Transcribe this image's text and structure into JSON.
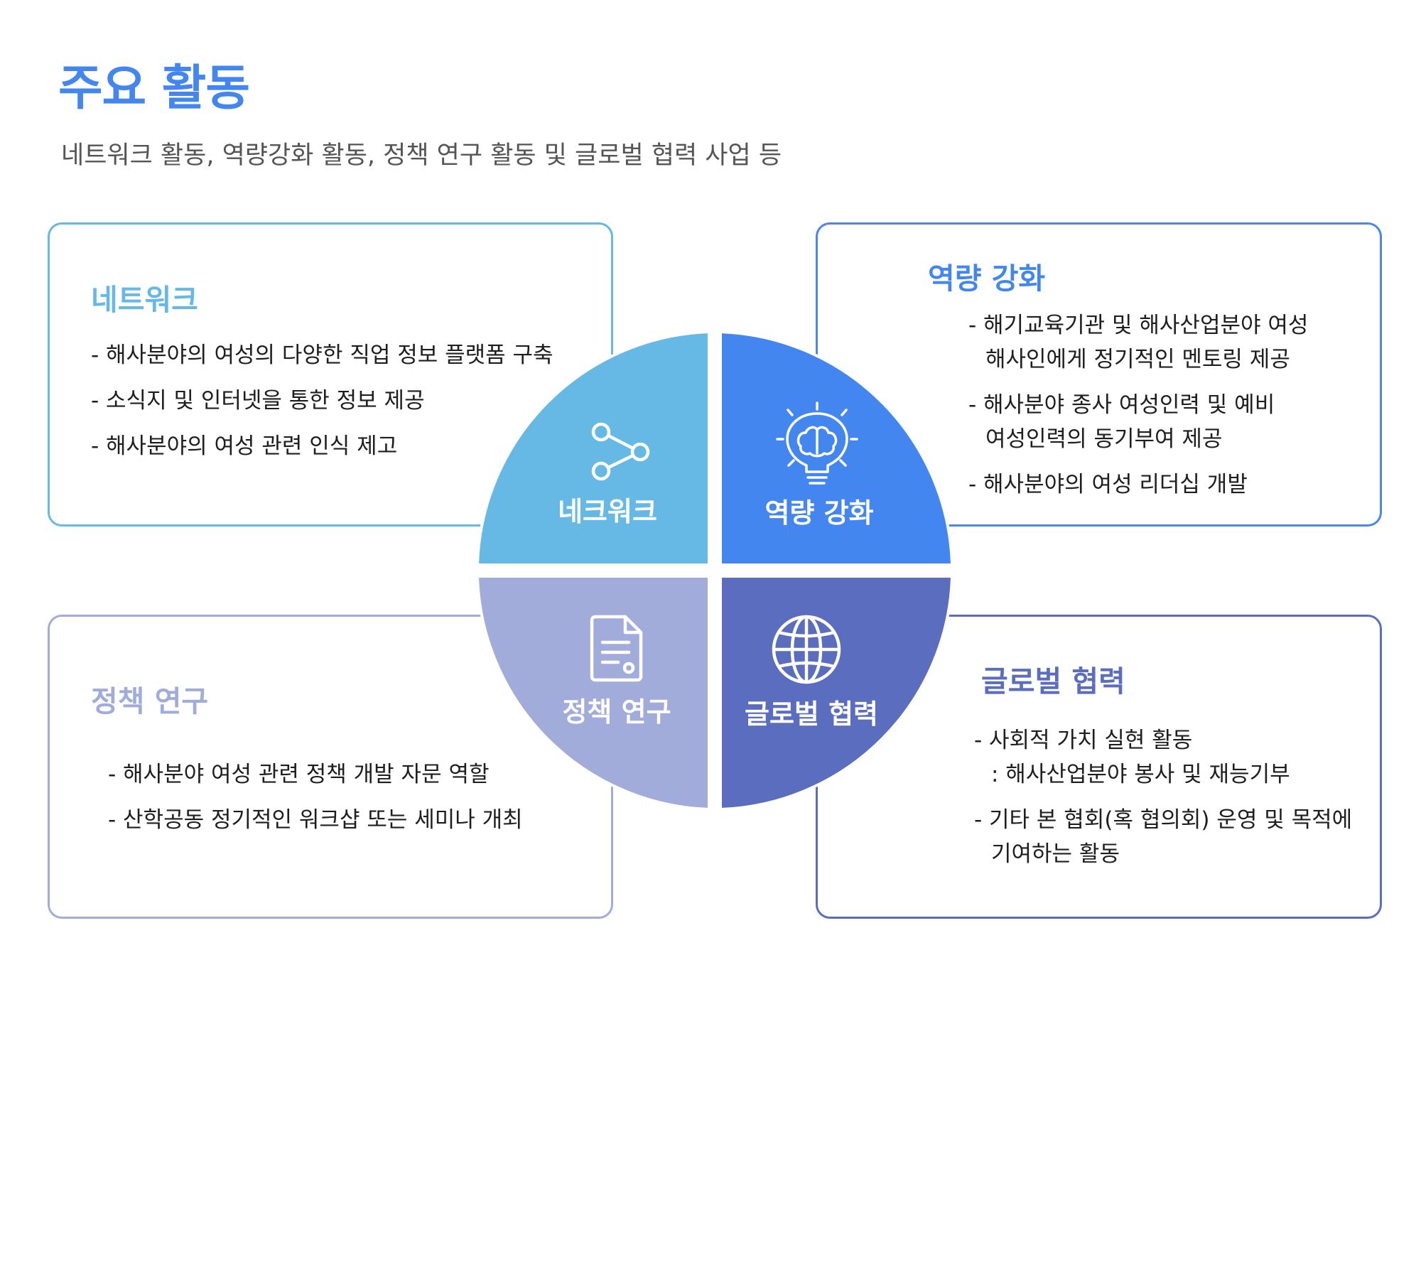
{
  "header": {
    "title": "주요 활동",
    "subtitle": "네트워크 활동, 역량강화 활동, 정책 연구 활동 및 글로벌 협력 사업 등"
  },
  "colors": {
    "title": "#4386ef",
    "network": "#66b9e5",
    "capacity": "#4386ef",
    "policy": "#a2acda",
    "global": "#5b6dbe"
  },
  "wheel": {
    "network": {
      "label": "네크워크",
      "icon": "share-icon"
    },
    "capacity": {
      "label": "역량 강화",
      "icon": "lightbulb-brain-icon"
    },
    "policy": {
      "label": "정책 연구",
      "icon": "document-icon"
    },
    "global": {
      "label": "글로벌 협력",
      "icon": "globe-icon"
    }
  },
  "cards": {
    "network": {
      "title": "네트워크",
      "items": [
        "- 해사분야의 여성의 다양한 직업 정보 플랫폼 구축",
        "- 소식지 및 인터넷을 통한 정보 제공",
        "- 해사분야의 여성 관련 인식 제고"
      ]
    },
    "capacity": {
      "title": "역량 강화",
      "items": [
        {
          "line1": "- 해기교육기관 및 해사산업분야 여성",
          "line2": "해사인에게 정기적인 멘토링 제공"
        },
        {
          "line1": "- 해사분야 종사 여성인력 및 예비",
          "line2": "여성인력의 동기부여 제공"
        },
        {
          "line1": "- 해사분야의 여성 리더십 개발",
          "line2": ""
        }
      ]
    },
    "policy": {
      "title": "정책 연구",
      "items": [
        "- 해사분야 여성 관련 정책 개발 자문 역할",
        "- 산학공동 정기적인 워크샵 또는 세미나 개최"
      ]
    },
    "global": {
      "title": "글로벌 협력",
      "items": [
        {
          "line1": "- 사회적 가치 실현 활동",
          "line2": ": 해사산업분야 봉사 및 재능기부"
        },
        {
          "line1": "- 기타 본 협회(혹 협의회) 운영 및 목적에",
          "line2": "기여하는 활동"
        }
      ]
    }
  }
}
